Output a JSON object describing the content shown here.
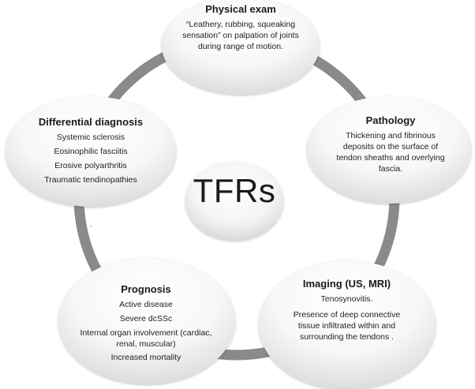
{
  "center": {
    "label": "TFRs"
  },
  "nodes": {
    "physical_exam": {
      "title": "Physical exam",
      "lines": [
        "“Leathery, rubbing, squeaking sensation” on palpation of joints during range of motion."
      ]
    },
    "pathology": {
      "title": "Pathology",
      "lines": [
        "Thickening and fibrinous deposits on the surface of tendon sheaths and overlying fascia."
      ]
    },
    "imaging": {
      "title": "Imaging (US, MRI)",
      "lines": [
        "Tenosynovitis.",
        "Presence of deep connective tissue infiltrated within and surrounding the tendons ."
      ]
    },
    "prognosis": {
      "title": "Prognosis",
      "lines": [
        "Active disease",
        "Severe dcSSc",
        "Internal organ involvement (cardiac, renal, muscular)",
        "Increased mortality"
      ]
    },
    "differential": {
      "title": "Differential diagnosis",
      "lines": [
        "Systemic sclerosis",
        "Eosinophilic fasciitis",
        "Erosive polyarthritis",
        "Traumatic tendinopathies"
      ]
    }
  },
  "misc": {
    "stray_mark": "-"
  },
  "colors": {
    "ring": "#8a8a8a",
    "node_fill_top": "#ffffff",
    "node_fill_bottom": "#dcdcdc"
  }
}
